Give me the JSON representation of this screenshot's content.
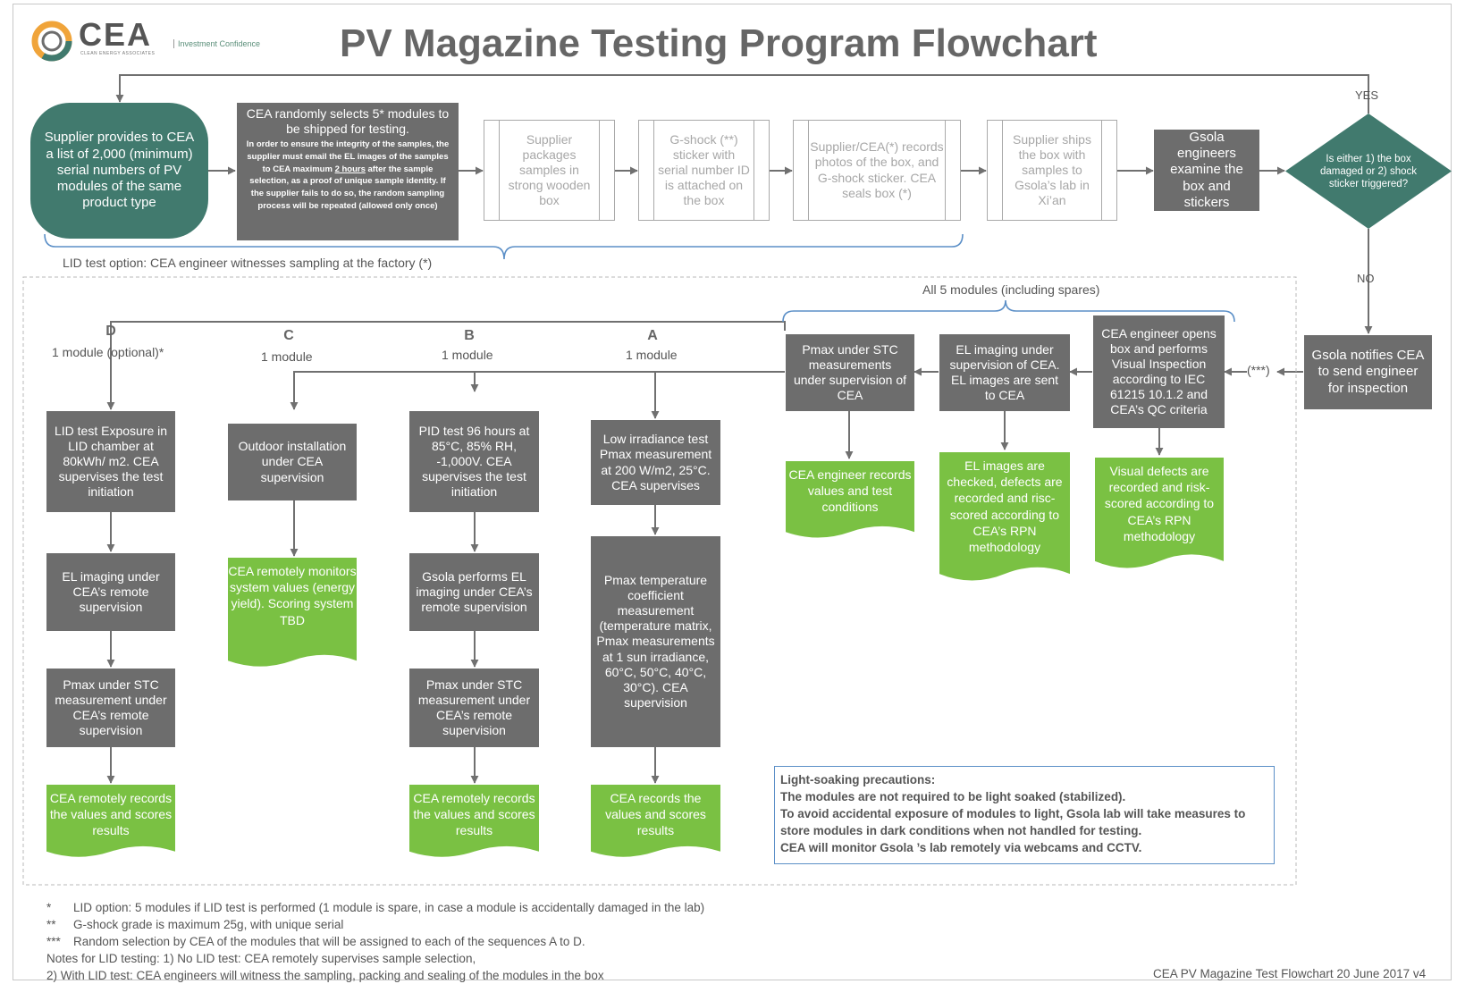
{
  "title": "PV Magazine Testing Program Flowchart",
  "logo": {
    "mark": "CEA",
    "sub": "CLEAN ENERGY ASSOCIATES",
    "tagline": "Investment Confidence"
  },
  "top": {
    "start": "Supplier provides to CEA a list of 2,000 (minimum) serial numbers of PV modules of the same product type",
    "select_head": "CEA randomly selects 5* modules to be shipped for testing.",
    "select_body_a": "In order to ensure the integrity of the samples, the supplier must email the EL images of the samples to CEA maximum ",
    "select_body_u": "2 hours",
    "select_body_b": " after the sample selection, as a proof of unique sample identity. If the supplier fails to do so, the random sampling process will be repeated (allowed only once)",
    "pack": "Supplier packages samples in strong wooden box",
    "gshock": "G-shock (**) sticker with serial number ID is attached on the box",
    "photos": "Supplier/CEA(*) records photos of the box, and G-shock sticker. CEA seals box (*)",
    "ship": "Supplier ships the box with samples to Gsola’s lab in Xi’an",
    "examine": "Gsola engineers examine the box and stickers",
    "decision": "Is either 1) the box damaged or 2) shock sticker triggered?",
    "yes": "YES",
    "no": "NO",
    "lid_option": "LID test option: CEA engineer witnesses sampling at the factory (*)"
  },
  "mid": {
    "all5": "All 5 modules (including spares)",
    "notify": "Gsola notifies CEA to send engineer for inspection",
    "triple": "(***)",
    "open": "CEA engineer opens box and performs Visual Inspection according to IEC 61215 10.1.2 and CEA’s QC criteria",
    "el_cea": "EL imaging under supervision of CEA. EL images are sent to CEA",
    "pmax_cea": "Pmax under STC measurements under supervision of CEA",
    "rec_visual": "Visual defects are recorded and risk-scored according to CEA’s RPN methodology",
    "rec_el": "EL images are checked, defects are recorded and risc-scored according to CEA’s RPN methodology",
    "rec_pmax": "CEA engineer records values and test conditions"
  },
  "seq": {
    "d_letter": "D",
    "d_count": "1 module (optional)*",
    "c_letter": "C",
    "c_count": "1 module",
    "b_letter": "B",
    "b_count": "1 module",
    "a_letter": "A",
    "a_count": "1 module",
    "d1": "LID test Exposure in LID chamber at 80kWh/ m2. CEA supervises the test initiation",
    "d2": "EL imaging under CEA’s remote supervision",
    "d3": "Pmax under STC measurement under CEA’s remote supervision",
    "d4": "CEA remotely records the values and scores results",
    "c1": "Outdoor installation under CEA supervision",
    "c2": "CEA remotely monitors system values (energy yield). Scoring system TBD",
    "b1": "PID test 96 hours at 85°C, 85% RH, -1,000V. CEA supervises the test initiation",
    "b2": "Gsola performs EL imaging under CEA’s remote supervision",
    "b3": "Pmax under STC measurement under CEA’s remote supervision",
    "b4": "CEA remotely records the values and scores results",
    "a1": "Low irradiance test Pmax measurement at 200 W/m2, 25°C. CEA supervises",
    "a2": "Pmax temperature coefficient measurement (temperature matrix, Pmax measurements at 1 sun irradiance, 60°C, 50°C, 40°C, 30°C). CEA supervision",
    "a3": "CEA records the values and scores results"
  },
  "light": {
    "title": "Light-soaking precautions:",
    "l1": "The modules are not required to be light soaked (stabilized).",
    "l2": "To avoid accidental exposure of modules to light, Gsola lab will take measures to store modules in dark conditions when not handled for testing.",
    "l3": "CEA will monitor Gsola ’s lab remotely via webcams and CCTV."
  },
  "notes": {
    "n1m": "*",
    "n1": "LID option: 5 modules if LID test is performed (1 module is spare, in case a module is accidentally damaged in the lab)",
    "n2m": "**",
    "n2": "G-shock grade is maximum 25g, with unique serial",
    "n3m": "***",
    "n3": "Random selection by CEA of the modules that will be assigned to each of the sequences A to D.",
    "n4": "Notes for LID testing: 1) No LID test: CEA remotely supervises sample selection,",
    "n5": "2) With LID test:  CEA engineers will witness the sampling, packing and sealing of the modules in the box",
    "footer": "CEA PV Magazine Test Flowchart 20 June 2017 v4"
  },
  "colors": {
    "dark": "#6d6d6d",
    "teal": "#417a6e",
    "green": "#7ac143",
    "line": "#707070",
    "bracket": "#5b8fc7",
    "ghost": "#a9a9a9"
  }
}
